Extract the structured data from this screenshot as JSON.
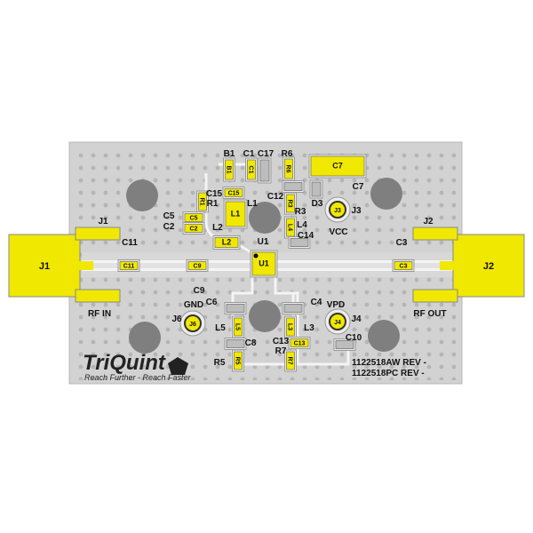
{
  "board": {
    "logo": "TriQuint",
    "tagline": "Reach Further - Reach Faster",
    "rev_lines": [
      "1122518AW REV  -",
      "1122518PC REV  -"
    ],
    "rf_in": "RF IN",
    "rf_out": "RF OUT",
    "vcc": "VCC",
    "vpd": "VPD",
    "gnd": "GND"
  },
  "connectors": {
    "J1": "J1",
    "J2": "J2",
    "J3": "J3",
    "J4": "J4",
    "J6": "J6"
  },
  "designators": {
    "B1": "B1",
    "C1": "C1",
    "C17": "C17",
    "R6": "R6",
    "C7": "C7",
    "C15": "C15",
    "R1": "R1",
    "C5": "C5",
    "C2": "C2",
    "L1": "L1",
    "C12": "C12",
    "R3": "R3",
    "D3": "D3",
    "L2": "L2",
    "L4": "L4",
    "C14": "C14",
    "U1": "U1",
    "C11": "C11",
    "C3": "C3",
    "C9": "C9",
    "C6": "C6",
    "C4": "C4",
    "L5": "L5",
    "L3": "L3",
    "C8": "C8",
    "C13": "C13",
    "R7": "R7",
    "C10": "C10",
    "R5": "R5"
  },
  "colors": {
    "board": "#d2d2d2",
    "pad": "#f0e800",
    "trace": "#f4f4f4",
    "via": "#9a9a9a",
    "hole": "#7f7f7f"
  }
}
